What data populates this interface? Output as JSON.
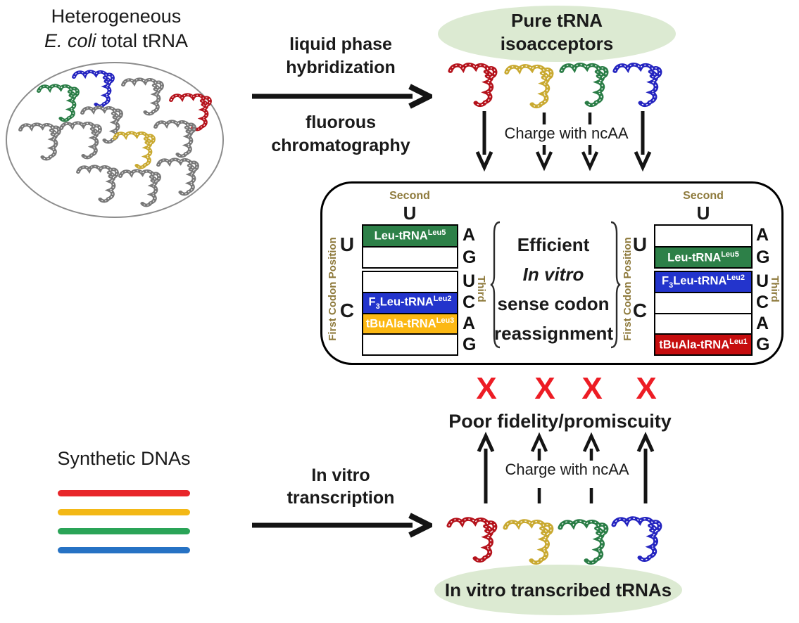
{
  "title": {
    "line1": "Heterogeneous",
    "line2_italic": "E. coli",
    "line2_rest": " total tRNA"
  },
  "pool": {
    "trna_colors": [
      "#2a7d46",
      "#2424c0",
      "#787878",
      "#b5121b",
      "#787878",
      "#787878",
      "#787878",
      "#c9a930",
      "#787878",
      "#787878",
      "#787878",
      "#787878"
    ]
  },
  "step1": {
    "label_top_1": "liquid phase",
    "label_top_2": "hybridization",
    "label_bottom_1": "fluorous",
    "label_bottom_2": "chromatography"
  },
  "pure": {
    "line1": "Pure tRNA",
    "line2": "isoacceptors",
    "bg": "#dcead2",
    "trna_colors": [
      "#b5121b",
      "#c9a930",
      "#2a7d46",
      "#2424c0"
    ]
  },
  "charge_label": "Charge with ncAA",
  "panel": {
    "center": {
      "line1": "Efficient",
      "line2": "In vitro",
      "line3": "sense codon",
      "line4": "reassignment"
    },
    "left_table": {
      "second_label": "Second",
      "second_base": "U",
      "first_label": "First Codon Position",
      "third_label": "Third",
      "first_bases": [
        "U",
        "C"
      ],
      "groups": [
        {
          "rows": [
            {
              "third": "A",
              "cell": {
                "base": "Leu-tRNA",
                "sup": "Leu5",
                "bg": "#2d8048"
              }
            },
            {
              "third": "G",
              "cell": null
            }
          ]
        },
        {
          "rows": [
            {
              "third": "U",
              "cell": null
            },
            {
              "third": "C",
              "cell": {
                "pre": "F",
                "sub": "3",
                "base": "Leu-tRNA",
                "sup": "Leu2",
                "bg": "#2334cc"
              }
            },
            {
              "third": "A",
              "cell": {
                "base": "tBuAla-tRNA",
                "sup": "Leu3",
                "bg": "#fcb813"
              }
            },
            {
              "third": "G",
              "cell": null
            }
          ]
        }
      ]
    },
    "right_table": {
      "second_label": "Second",
      "second_base": "U",
      "first_label": "First Codon Position",
      "third_label": "Third",
      "first_bases": [
        "U",
        "C"
      ],
      "groups": [
        {
          "rows": [
            {
              "third": "A",
              "cell": null
            },
            {
              "third": "G",
              "cell": {
                "base": "Leu-tRNA",
                "sup": "Leu5",
                "bg": "#2d8048"
              }
            }
          ]
        },
        {
          "rows": [
            {
              "third": "U",
              "cell": {
                "pre": "F",
                "sub": "3",
                "base": "Leu-tRNA",
                "sup": "Leu2",
                "bg": "#2334cc"
              }
            },
            {
              "third": "C",
              "cell": null
            },
            {
              "third": "A",
              "cell": null
            },
            {
              "third": "G",
              "cell": {
                "base": "tBuAla-tRNA",
                "sup": "Leu1",
                "bg": "#c60d0e"
              }
            }
          ]
        }
      ]
    }
  },
  "failure": {
    "x_marks": [
      "X",
      "X",
      "X",
      "X"
    ],
    "x_color": "#ed1c24",
    "label": "Poor fidelity/promiscuity"
  },
  "step2": {
    "label_1": "In vitro",
    "label_2": "transcription"
  },
  "synthetic": {
    "title": "Synthetic DNAs",
    "line_colors": [
      "#e8262a",
      "#f3b816",
      "#2aa457",
      "#2672c4"
    ]
  },
  "ivt": {
    "label": "In vitro transcribed tRNAs",
    "bg": "#dcead2",
    "trna_colors": [
      "#b5121b",
      "#c9a930",
      "#2a7d46",
      "#2424c0"
    ]
  }
}
